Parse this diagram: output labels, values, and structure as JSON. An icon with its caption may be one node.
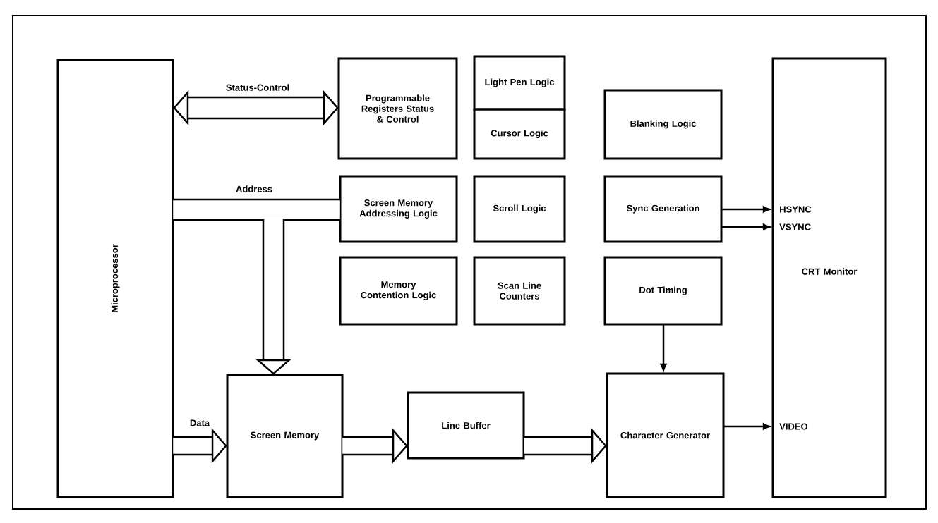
{
  "diagram": {
    "nodes": [
      {
        "text": [
          "Microprocessor"
        ]
      },
      {
        "text": [
          "Programmable Registers Status & Control"
        ]
      },
      {
        "text": [
          "Light Pen Logic"
        ]
      },
      {
        "text": [
          "Cursor Logic"
        ]
      },
      {
        "text": [
          "Blanking Logic"
        ]
      },
      {
        "text": [
          "Screen Memory Addressing Logic"
        ]
      },
      {
        "text": [
          "Scroll Logic"
        ]
      },
      {
        "text": [
          "Sync Generation"
        ]
      },
      {
        "text": [
          "Memory Contention Logic"
        ]
      },
      {
        "text": [
          "Scan Line Counters"
        ]
      },
      {
        "text": [
          "Dot Timing"
        ]
      },
      {
        "text": [
          "Screen Memory"
        ]
      },
      {
        "text": [
          "Line Buffer"
        ]
      },
      {
        "text": [
          "Character Generator"
        ]
      },
      {
        "text": [
          "CRT Monitor"
        ]
      }
    ],
    "edges": [
      {
        "from": 0,
        "to": 1,
        "arrow": "both",
        "label": "Status-Control"
      },
      {
        "from": 0,
        "to": 5,
        "arrow": "none",
        "label": "Address"
      },
      {
        "from": 0,
        "to": 11,
        "arrow": "to"
      },
      {
        "from": 5,
        "to": 11,
        "arrow": "to"
      },
      {
        "from": 0,
        "to": 11,
        "arrow": "to",
        "label": "Data"
      },
      {
        "from": 11,
        "to": 12,
        "arrow": "to"
      },
      {
        "from": 12,
        "to": 13,
        "arrow": "to"
      },
      {
        "from": 7,
        "to": 14,
        "arrow": "to"
      },
      {
        "from": 7,
        "to": 14,
        "arrow": "to"
      },
      {
        "from": 10,
        "to": 13,
        "arrow": "to"
      },
      {
        "from": 13,
        "to": 14,
        "arrow": "to"
      }
    ],
    "labels": [
      "HSYNC",
      "VSYNC",
      "VIDEO"
    ]
  }
}
